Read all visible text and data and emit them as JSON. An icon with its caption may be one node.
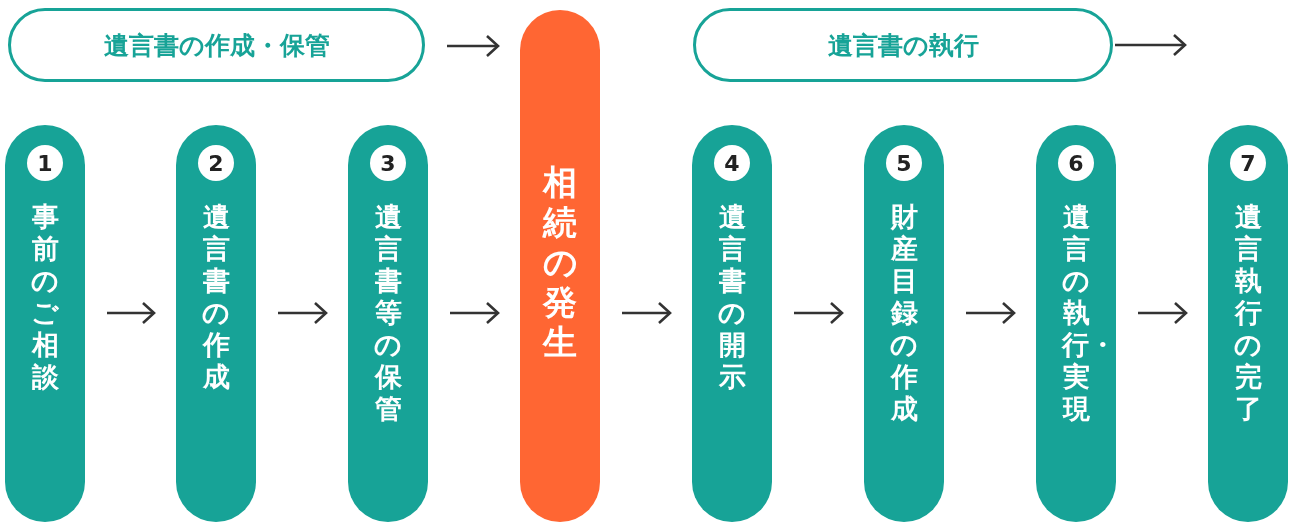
{
  "diagram": {
    "nodes": [
      {
        "text": [
          "遺言書の作成・保管"
        ]
      },
      {
        "text": [
          "遺言書の執行"
        ]
      },
      {
        "text": [
          "相続の発生"
        ]
      },
      {
        "text": [
          "1",
          "事前のご相談"
        ]
      },
      {
        "text": [
          "2",
          "遺言書の作成"
        ]
      },
      {
        "text": [
          "3",
          "遺言書等の保管"
        ]
      },
      {
        "text": [
          "4",
          "遺言書の開示"
        ]
      },
      {
        "text": [
          "5",
          "財産目録の作成"
        ]
      },
      {
        "text": [
          "6",
          "遺言の執行・実現"
        ]
      },
      {
        "text": [
          "7",
          "遺言執行の完了"
        ]
      }
    ],
    "edges": [
      {
        "from": 0,
        "to": 2,
        "arrow": "to"
      },
      {
        "from": 1,
        "to": null,
        "arrow": "to"
      },
      {
        "from": 3,
        "to": 4,
        "arrow": "to"
      },
      {
        "from": 4,
        "to": 5,
        "arrow": "to"
      },
      {
        "from": 5,
        "to": 2,
        "arrow": "to"
      },
      {
        "from": 2,
        "to": 6,
        "arrow": "to"
      },
      {
        "from": 6,
        "to": 7,
        "arrow": "to"
      },
      {
        "from": 7,
        "to": 8,
        "arrow": "to"
      },
      {
        "from": 8,
        "to": 9,
        "arrow": "to"
      }
    ]
  }
}
